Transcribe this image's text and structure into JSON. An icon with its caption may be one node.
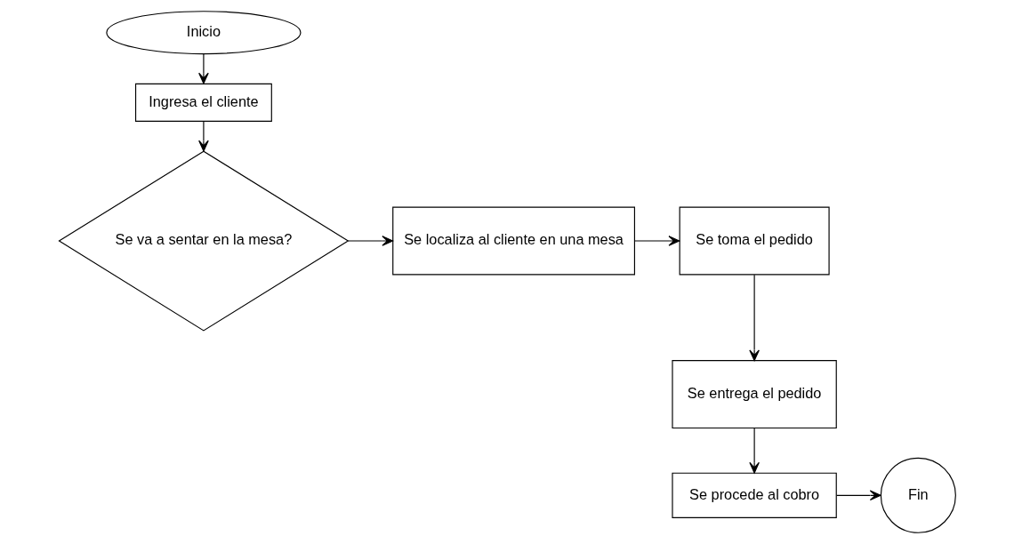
{
  "diagram": {
    "nodes": [
      {
        "text": [
          "Inicio"
        ]
      },
      {
        "text": [
          "Ingresa el cliente"
        ]
      },
      {
        "text": [
          "Se va a sentar en la mesa?"
        ]
      },
      {
        "text": [
          "Se localiza al cliente en una mesa"
        ]
      },
      {
        "text": [
          "Se toma el pedido"
        ]
      },
      {
        "text": [
          "Se entrega el pedido"
        ]
      },
      {
        "text": [
          "Se procede al cobro"
        ]
      },
      {
        "text": [
          "Fin"
        ]
      }
    ],
    "edges": [
      {
        "from": 0,
        "to": 1,
        "arrow": "to"
      },
      {
        "from": 1,
        "to": 2,
        "arrow": "to"
      },
      {
        "from": 2,
        "to": 3,
        "arrow": "to"
      },
      {
        "from": 3,
        "to": 4,
        "arrow": "to"
      },
      {
        "from": 4,
        "to": 5,
        "arrow": "to"
      },
      {
        "from": 5,
        "to": 6,
        "arrow": "to"
      },
      {
        "from": 6,
        "to": 7,
        "arrow": "to"
      }
    ]
  }
}
